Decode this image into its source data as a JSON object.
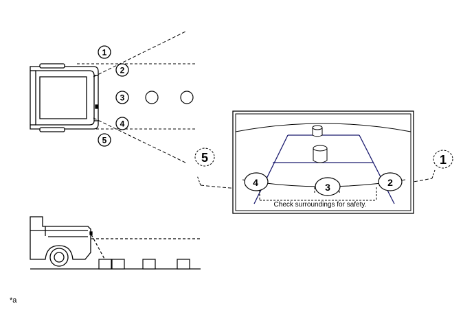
{
  "markers": {
    "m1": "1",
    "m2": "2",
    "m3": "3",
    "m4": "4",
    "m5": "5"
  },
  "monitor": {
    "caption": "Check surroundings for safety."
  },
  "footnote": "*a"
}
